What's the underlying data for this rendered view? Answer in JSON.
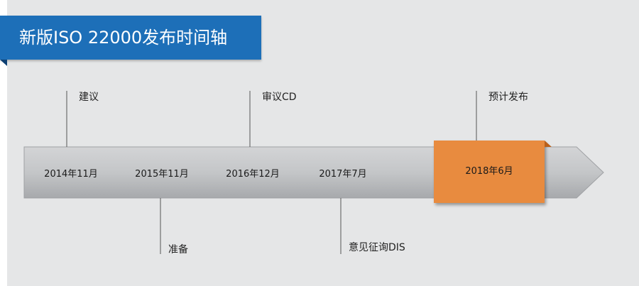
{
  "title": "新版ISO 22000发布时间轴",
  "dates": [
    "2014年11月",
    "2015年11月",
    "2016年12月",
    "2017年7月"
  ],
  "highlight_date": "2018年6月",
  "stages": {
    "s1": "建议",
    "s2": "准备",
    "s3": "审议CD",
    "s4": "意见征询DIS",
    "s5": "预计发布"
  },
  "colors": {
    "title_bg": "#1d6fb8",
    "highlight": "#e88b3f",
    "panel_bg": "#e5e6e7",
    "arrow": "#b5b7ba"
  }
}
